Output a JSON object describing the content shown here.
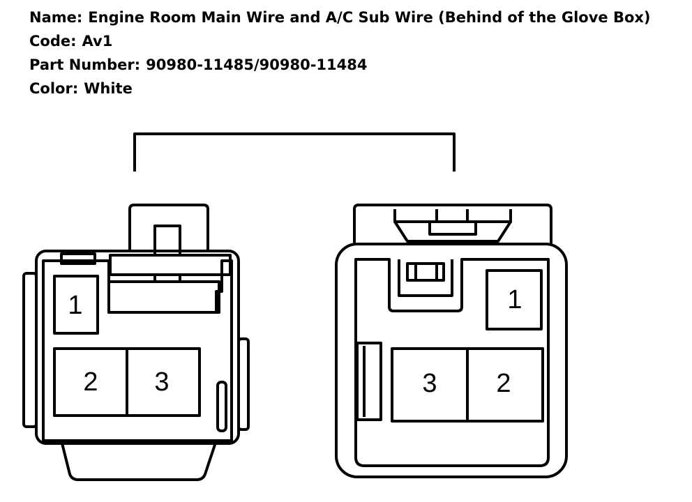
{
  "info": {
    "name_label": "Name:",
    "name_value": "Engine Room Main Wire and A/C Sub Wire (Behind of the Glove Box)",
    "code_label": "Code:",
    "code_value": "Av1",
    "part_label": "Part Number:",
    "part_value": "90980-11485/90980-11484",
    "color_label": "Color:",
    "color_value": "White"
  },
  "left_connector": {
    "pins": [
      "1",
      "2",
      "3"
    ]
  },
  "right_connector": {
    "pins": [
      "1",
      "3",
      "2"
    ]
  }
}
